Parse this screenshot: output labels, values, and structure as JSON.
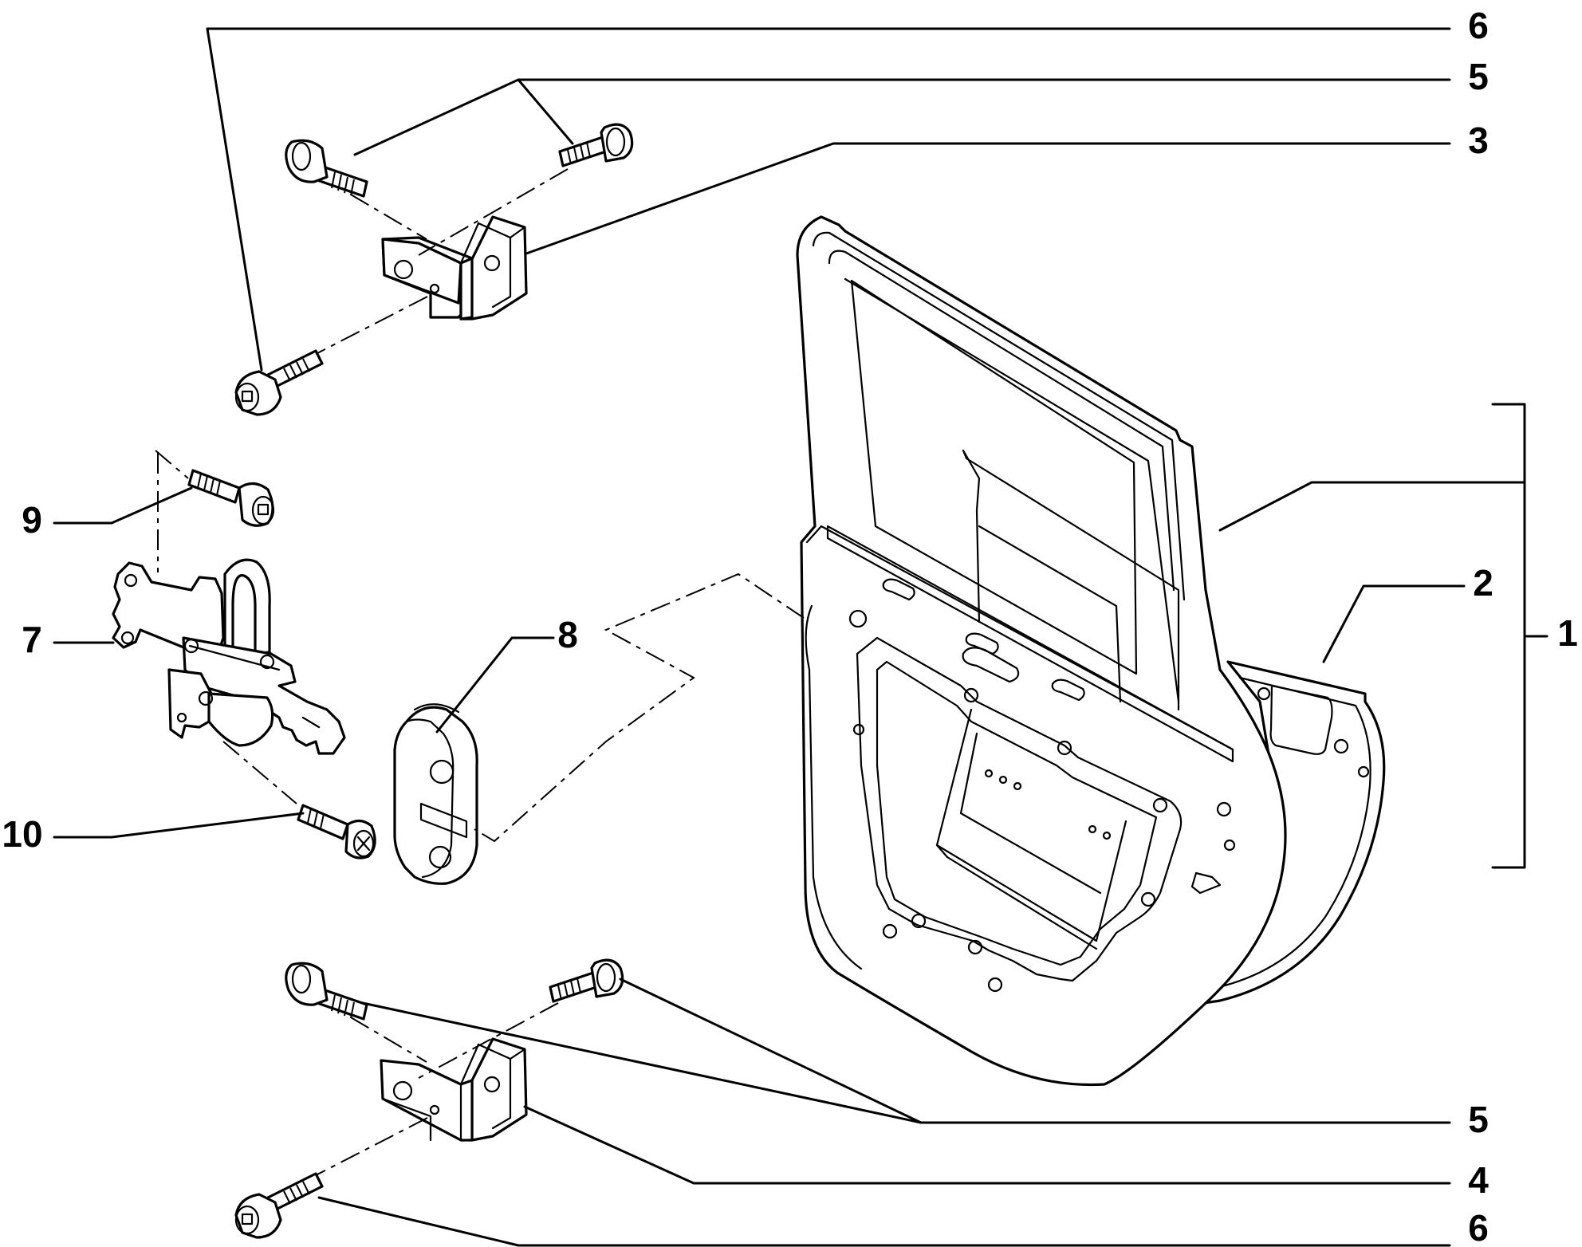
{
  "callouts": {
    "c1": "1",
    "c2": "2",
    "c3": "3",
    "c4": "4",
    "c5_top": "5",
    "c5_bottom": "5",
    "c6_top": "6",
    "c6_bottom": "6",
    "c7": "7",
    "c8": "8",
    "c9": "9",
    "c10": "10"
  },
  "parts": [
    {
      "ref": "1",
      "icon": "door-shell-icon"
    },
    {
      "ref": "2",
      "icon": "inner-door-panel-icon"
    },
    {
      "ref": "3",
      "icon": "upper-hinge-bracket-icon"
    },
    {
      "ref": "4",
      "icon": "lower-hinge-bracket-icon"
    },
    {
      "ref": "5",
      "icon": "hinge-bolt-icon"
    },
    {
      "ref": "6",
      "icon": "socket-head-bolt-icon"
    },
    {
      "ref": "7",
      "icon": "door-check-strap-icon"
    },
    {
      "ref": "8",
      "icon": "striker-plate-icon"
    },
    {
      "ref": "9",
      "icon": "check-strap-bolt-icon"
    },
    {
      "ref": "10",
      "icon": "check-strap-screw-icon"
    }
  ]
}
